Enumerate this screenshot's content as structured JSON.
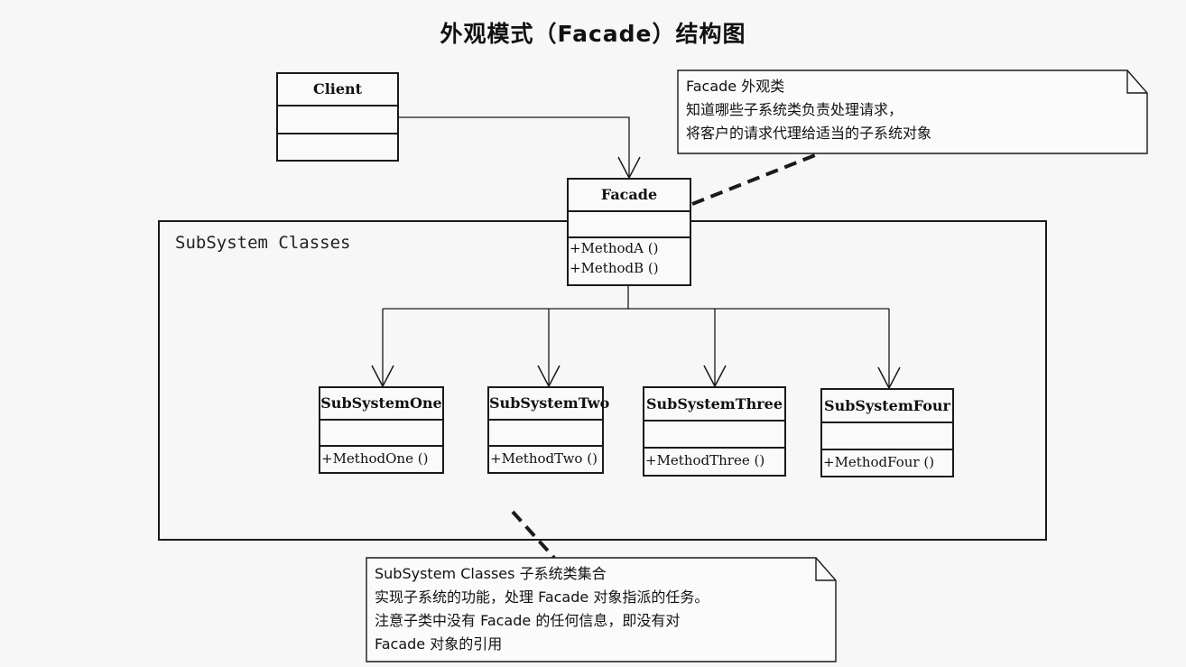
{
  "title": "外观模式（Facade）结构图",
  "client": {
    "name": "Client"
  },
  "facade": {
    "name": "Facade",
    "ops": [
      "+MethodA ()",
      "+MethodB ()"
    ]
  },
  "package": {
    "label": "SubSystem Classes"
  },
  "subsystems": [
    {
      "name": "SubSystemOne",
      "op": "+MethodOne ()"
    },
    {
      "name": "SubSystemTwo",
      "op": "+MethodTwo ()"
    },
    {
      "name": "SubSystemThree",
      "op": "+MethodThree ()"
    },
    {
      "name": "SubSystemFour",
      "op": "+MethodFour ()"
    }
  ],
  "facade_note": {
    "lines": [
      "Facade  外观类",
      "知道哪些子系统类负责处理请求，",
      "将客户的请求代理给适当的子系统对象"
    ]
  },
  "subsystem_note": {
    "lines": [
      "SubSystem Classes   子系统类集合",
      "实现子系统的功能，处理 Facade 对象指派的任务。",
      "注意子类中没有 Facade 的任何信息，即没有对",
      "Facade 对象的引用"
    ]
  }
}
